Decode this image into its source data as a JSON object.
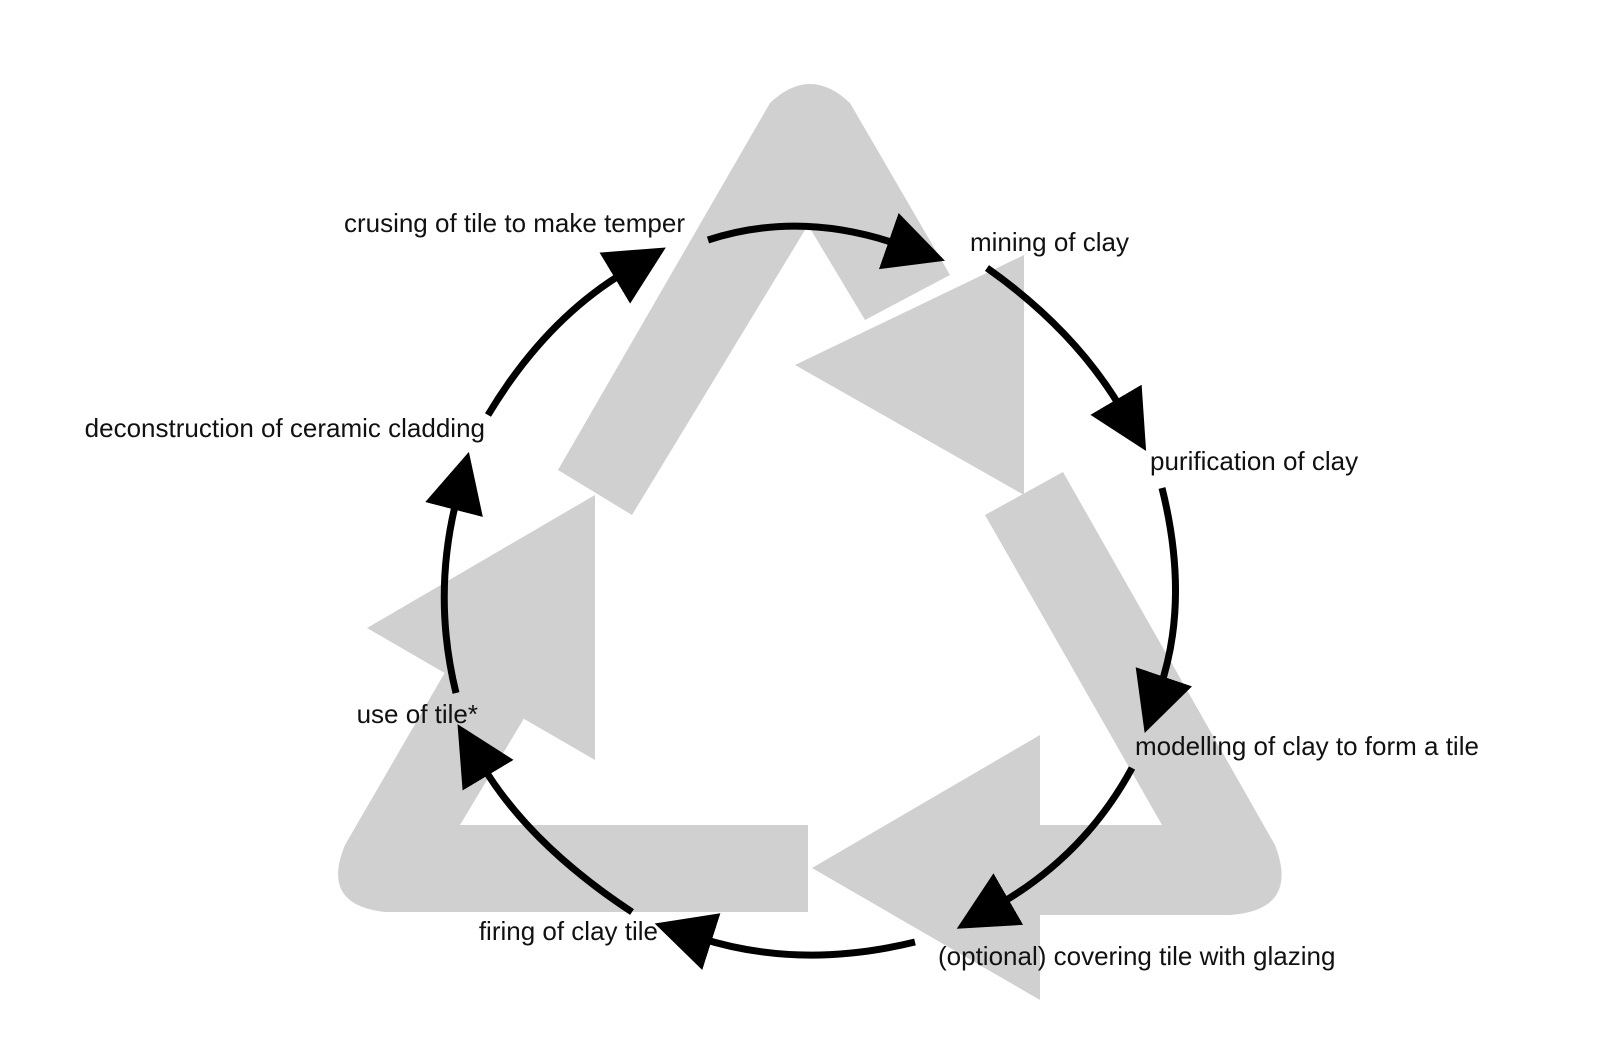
{
  "diagram": {
    "type": "cycle",
    "colors": {
      "background": "#ffffff",
      "recycle_symbol": "#d0d0d0",
      "arrows": "#000000",
      "text": "#111111"
    },
    "steps": [
      {
        "id": "mining",
        "label": "mining of clay"
      },
      {
        "id": "purification",
        "label": "purification of clay"
      },
      {
        "id": "modelling",
        "label": "modelling of clay to form a tile"
      },
      {
        "id": "glazing",
        "label": "(optional) covering tile with glazing"
      },
      {
        "id": "firing",
        "label": "firing of clay tile"
      },
      {
        "id": "use",
        "label": "use of tile*"
      },
      {
        "id": "deconstruction",
        "label": "deconstruction of ceramic cladding"
      },
      {
        "id": "crushing",
        "label": "crusing of tile to make temper"
      }
    ]
  }
}
